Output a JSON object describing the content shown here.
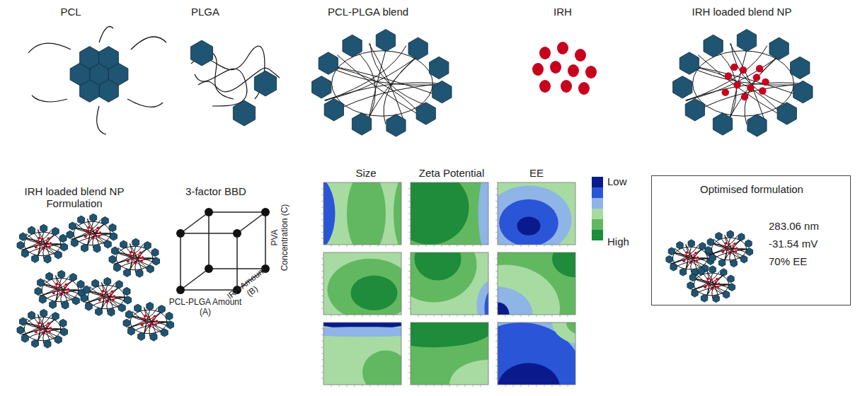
{
  "diagram": {
    "nodes": [
      {
        "text": [
          "Optimised formulation",
          "283.06 nm",
          "-31.54 mV",
          "70% EE"
        ]
      }
    ],
    "labels": [
      "PCL",
      "PLGA",
      "PCL-PLGA blend",
      "IRH",
      "IRH loaded blend NP",
      "IRH loaded blend NP Formulation",
      "3-factor BBD",
      "PCL-PLGA Amount (A)",
      "IRH Amount (B)",
      "PVA Concentration (C)",
      "Size",
      "Zeta Potential",
      "EE"
    ],
    "legend": [
      {
        "text": "Low",
        "color": "#0a1a8c"
      },
      {
        "text": "High",
        "color": "#1e8c3a"
      }
    ]
  }
}
